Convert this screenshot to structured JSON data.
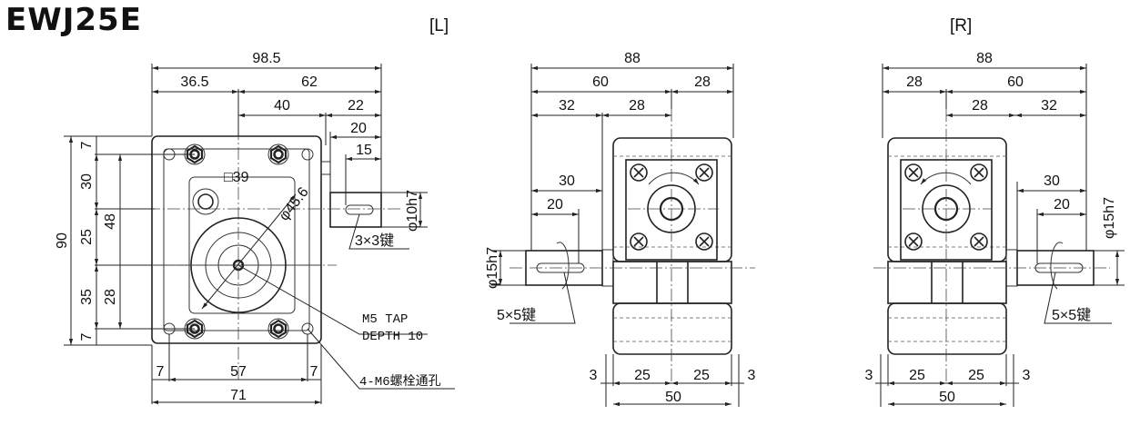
{
  "title": "EWJ25E",
  "views": {
    "left": "[L]",
    "right": "[R]"
  },
  "front": {
    "overall_width": "98.5",
    "w_36_5": "36.5",
    "w_62": "62",
    "w_40": "40",
    "w_22": "22",
    "w_20": "20",
    "w_15": "15",
    "shaft_dia": "φ10h7",
    "key": "3×3键",
    "square": "□39",
    "pcd": "φ45.6",
    "h_90": "90",
    "h_7_top": "7",
    "h_30": "30",
    "h_48": "48",
    "h_25": "25",
    "h_35": "35",
    "h_28": "28",
    "h_7_bot": "7",
    "b_7_left": "7",
    "b_57": "57",
    "b_7_right": "7",
    "b_71": "71",
    "tap": "M5 TAP",
    "depth": "DEPTH 10",
    "bolt_hole": "4-M6螺栓通孔"
  },
  "left_view": {
    "w_88": "88",
    "w_60": "60",
    "w_28a": "28",
    "w_32": "32",
    "w_28b": "28",
    "w_30": "30",
    "w_20": "20",
    "shaft_dia": "φ15h7",
    "key": "5×5键",
    "b_3a": "3",
    "b_25a": "25",
    "b_25b": "25",
    "b_3b": "3",
    "b_50": "50"
  },
  "right_view": {
    "w_88": "88",
    "w_28a": "28",
    "w_60": "60",
    "w_28b": "28",
    "w_32": "32",
    "w_30": "30",
    "w_20": "20",
    "shaft_dia": "φ15h7",
    "key": "5×5键",
    "b_3a": "3",
    "b_25a": "25",
    "b_25b": "25",
    "b_3b": "3",
    "b_50": "50"
  }
}
